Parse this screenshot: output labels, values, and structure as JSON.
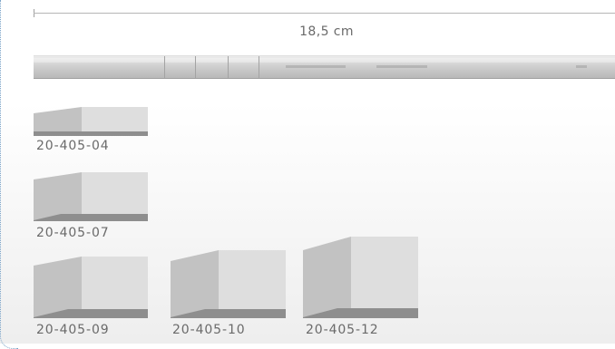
{
  "length_label": "18,5 cm",
  "items": [
    {
      "code": "20-405-04"
    },
    {
      "code": "20-405-07"
    },
    {
      "code": "20-405-09"
    },
    {
      "code": "20-405-10"
    },
    {
      "code": "20-405-12"
    }
  ],
  "colors": {
    "side_face": "#c2c2c2",
    "front_face": "#dedede",
    "bottom_band": "#8e8e8e",
    "border_dotted": "#7aa3c8"
  }
}
